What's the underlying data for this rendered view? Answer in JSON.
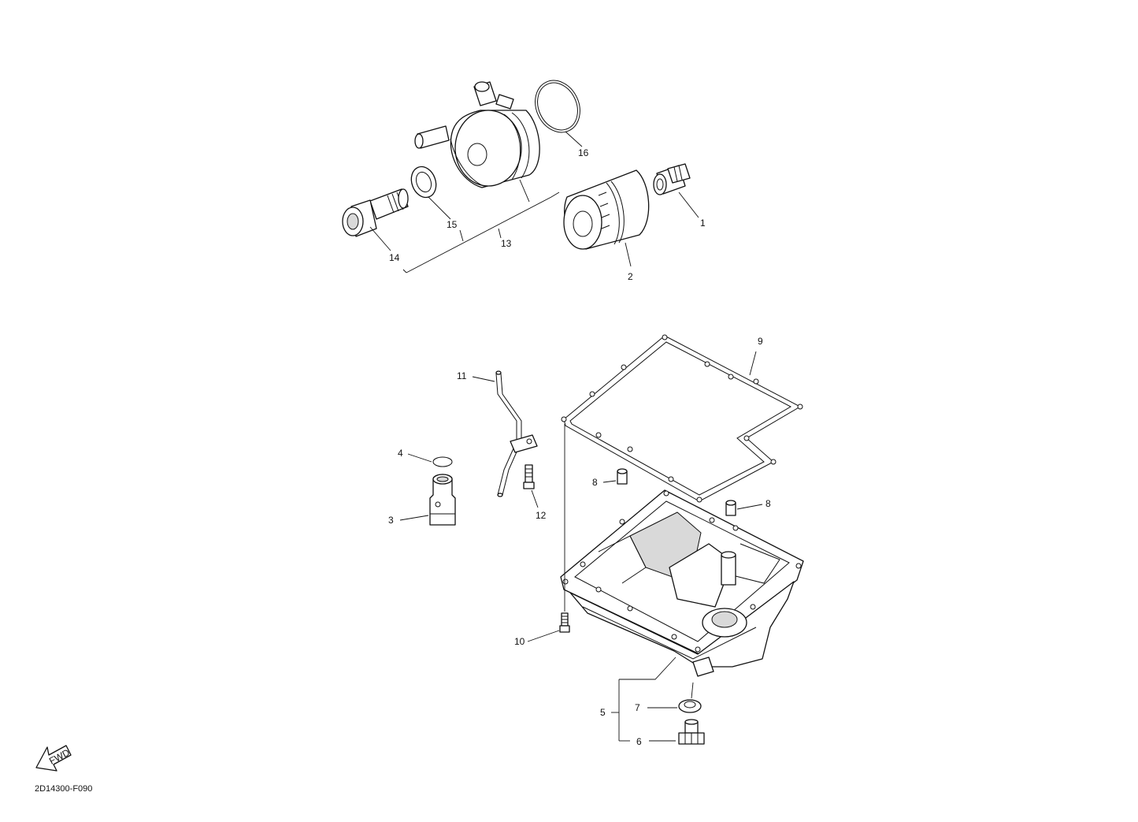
{
  "diagram_code": "2D14300-F090",
  "fwd_label": "FWD",
  "callouts": {
    "c1": "1",
    "c2": "2",
    "c3": "3",
    "c4": "4",
    "c5": "5",
    "c6": "6",
    "c7": "7",
    "c8a": "8",
    "c8b": "8",
    "c9": "9",
    "c10": "10",
    "c11": "11",
    "c12": "12",
    "c13": "13",
    "c14": "14",
    "c15": "15",
    "c16": "16"
  }
}
